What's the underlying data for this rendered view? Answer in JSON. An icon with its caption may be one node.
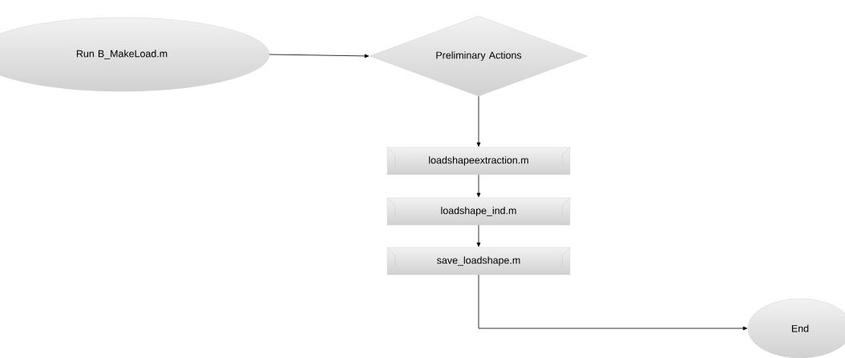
{
  "diagram": {
    "nodes": [
      {
        "text": [
          "Run B_MakeLoad.m"
        ]
      },
      {
        "text": [
          "Preliminary Actions"
        ]
      },
      {
        "text": [
          "loadshapeextraction.m"
        ]
      },
      {
        "text": [
          "loadshape_ind.m"
        ]
      },
      {
        "text": [
          "save_loadshape.m"
        ]
      },
      {
        "text": [
          "End"
        ]
      }
    ],
    "edges": [
      {
        "from": 0,
        "to": 1,
        "arrow": "to"
      },
      {
        "from": 1,
        "to": 2,
        "arrow": "to"
      },
      {
        "from": 2,
        "to": 3,
        "arrow": "to"
      },
      {
        "from": 3,
        "to": 4,
        "arrow": "to"
      },
      {
        "from": 4,
        "to": 5,
        "arrow": "to"
      }
    ]
  }
}
